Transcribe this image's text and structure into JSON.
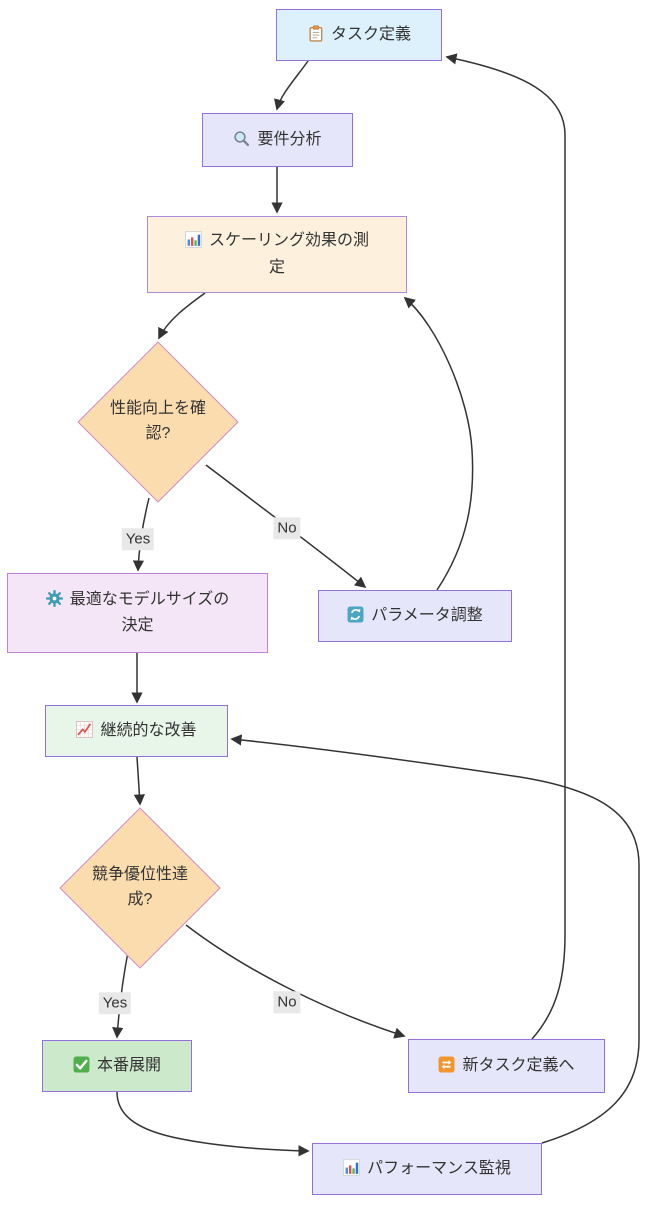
{
  "diagram": {
    "type": "flowchart",
    "nodes": {
      "task": {
        "label": "タスク定義",
        "icon": "clipboard-icon",
        "fill": "#dcf1fb",
        "border": "#9370db"
      },
      "requirements": {
        "label": "要件分析",
        "icon": "search-icon",
        "fill": "#e6e6fa",
        "border": "#9370db"
      },
      "scaling": {
        "label": "スケーリング効果の測定",
        "icon": "bar-chart-icon",
        "fill": "#fdf0dd",
        "border": "#a98ddb"
      },
      "perf_check": {
        "label": "性能向上を確認?",
        "icon": "",
        "fill": "#fbdcae",
        "border": "#d38ac6"
      },
      "optimal": {
        "label": "最適なモデルサイズの決定",
        "icon": "gear-icon",
        "fill": "#f4e6f7",
        "border": "#bf84d9"
      },
      "param": {
        "label": "パラメータ調整",
        "icon": "refresh-icon",
        "fill": "#e6e6fa",
        "border": "#9370db"
      },
      "improve": {
        "label": "継続的な改善",
        "icon": "chart-up-icon",
        "fill": "#e8f5e9",
        "border": "#9370db"
      },
      "advantage": {
        "label": "競争優位性達成?",
        "icon": "",
        "fill": "#fbdcae",
        "border": "#d38ac6"
      },
      "production": {
        "label": "本番展開",
        "icon": "check-icon",
        "fill": "#cde9cc",
        "border": "#9370db"
      },
      "newtask": {
        "label": "新タスク定義へ",
        "icon": "repeat-icon",
        "fill": "#e6e6fa",
        "border": "#9370db"
      },
      "monitor": {
        "label": "パフォーマンス監視",
        "icon": "bar-chart-icon",
        "fill": "#e6e6fa",
        "border": "#9370db"
      }
    },
    "edge_labels": {
      "yes1": "Yes",
      "no1": "No",
      "yes2": "Yes",
      "no2": "No"
    },
    "colors": {
      "edge": "#333333",
      "label_bg": "#e8e8e8",
      "text": "#333333",
      "background": "#ffffff"
    }
  }
}
